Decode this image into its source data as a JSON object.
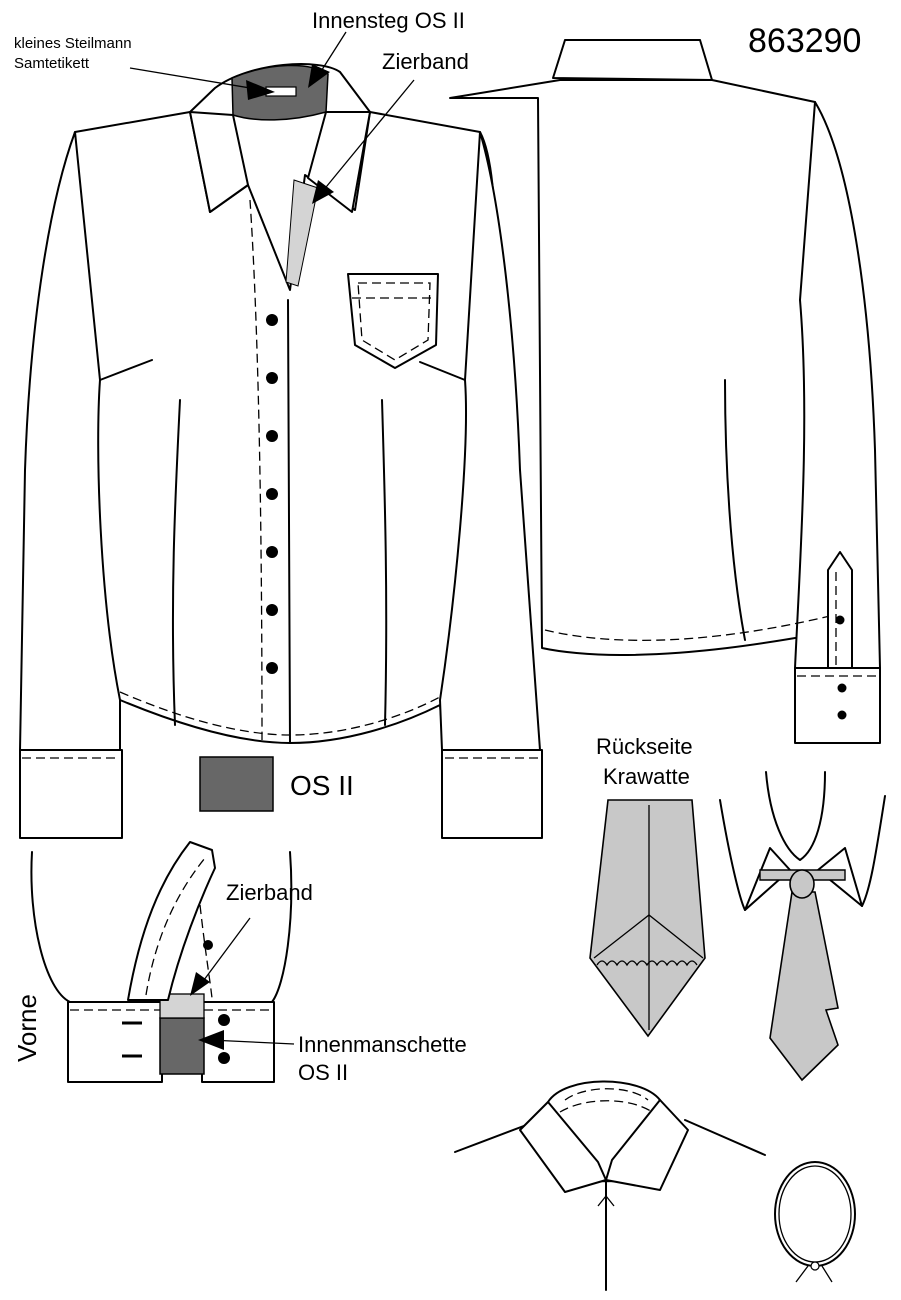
{
  "sheet": {
    "article_number": "863290"
  },
  "labels": {
    "small_label": "kleines Steilmann Samtetikett",
    "inner_band": "Innensteg OS II",
    "deco_band_top": "Zierband",
    "fabric_swatch": "OS II",
    "tie_back_line1": "Rückseite",
    "tie_back_line2": "Krawatte",
    "deco_band_cuff": "Zierband",
    "front_side": "Vorne",
    "inner_cuff_line1": "Innenmanschette",
    "inner_cuff_line2": "OS II"
  },
  "colors": {
    "fabric_os2": "#676767",
    "deco_band": "#d4d4d4",
    "tie": "#c8c8c8",
    "outline": "#000000"
  }
}
